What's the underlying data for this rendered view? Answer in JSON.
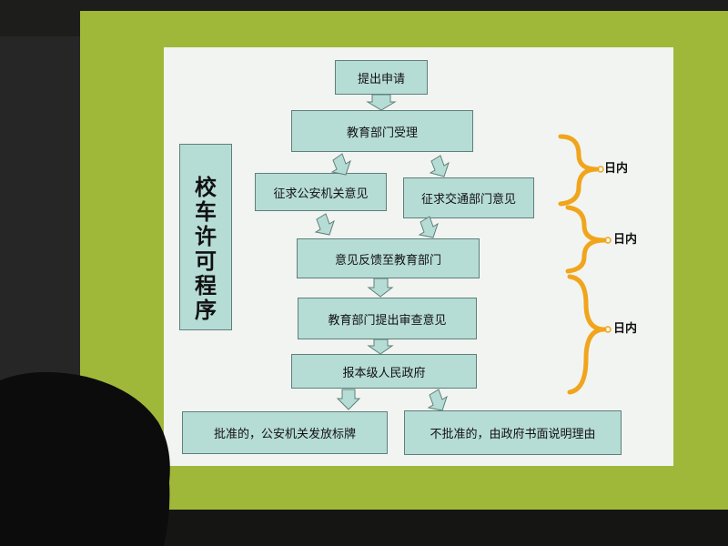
{
  "diagram": {
    "title_chars": [
      "校",
      "车",
      "许",
      "可",
      "程",
      "序"
    ],
    "steps": {
      "apply": "提出申请",
      "accept": "教育部门受理",
      "police": "征求公安机关意见",
      "traffic": "征求交通部门意见",
      "feedback": "意见反馈至教育部门",
      "review": "教育部门提出审查意见",
      "report": "报本级人民政府",
      "approved": "批准的，公安机关发放标牌",
      "rejected": "不批准的，由政府书面说明理由"
    },
    "time_labels": [
      "日内",
      "日内",
      "日内"
    ]
  },
  "colors": {
    "screen": "#9fb83a",
    "slide": "#f2f4f1",
    "box": "#b6dcd6",
    "brace": "#f0a51c"
  }
}
